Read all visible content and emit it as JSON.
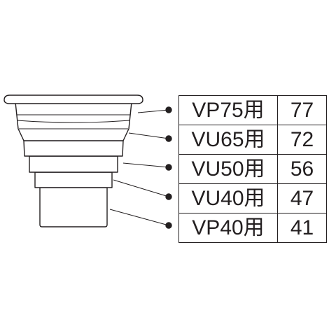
{
  "fittings": [
    {
      "label": "VP75用",
      "value": "77"
    },
    {
      "label": "VU65用",
      "value": "72"
    },
    {
      "label": "VU50用",
      "value": "56"
    },
    {
      "label": "VU40用",
      "value": "47"
    },
    {
      "label": "VP40用",
      "value": "41"
    }
  ],
  "colors": {
    "line": "#231f20",
    "background": "#ffffff"
  }
}
